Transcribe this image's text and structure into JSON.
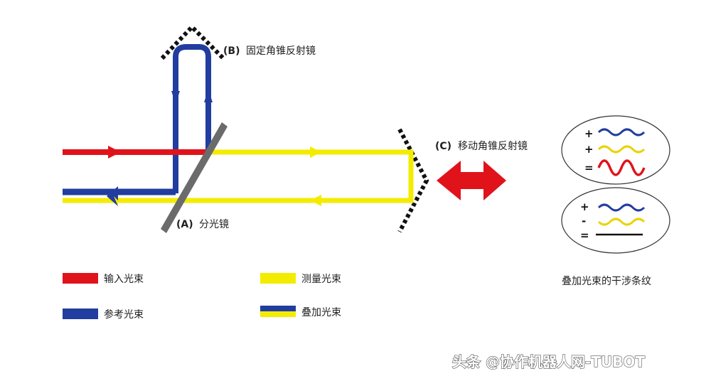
{
  "labels": {
    "fixed_mirror_tag": "(B)",
    "fixed_mirror": "固定角锥反射镜",
    "moving_mirror_tag": "(C)",
    "moving_mirror": "移动角锥反射镜",
    "splitter_tag": "(A)",
    "splitter": "分光镜"
  },
  "legend": [
    {
      "label": "输入光束",
      "colors": [
        "#e0131b"
      ]
    },
    {
      "label": "参考光束",
      "colors": [
        "#213da0"
      ]
    },
    {
      "label": "测量光束",
      "colors": [
        "#f3ec00"
      ]
    },
    {
      "label": "叠加光束",
      "colors": [
        "#213da0",
        "#f3ec00"
      ]
    }
  ],
  "interference": {
    "caption": "叠加光束的干涉条纹",
    "constructive": {
      "symbols": [
        "+",
        "+",
        "="
      ]
    },
    "destructive": {
      "symbols": [
        "+",
        "-",
        "="
      ]
    }
  },
  "watermark": "头条 @协作机器人网-TUBOT",
  "colors": {
    "input": "#e0131b",
    "reference": "#213da0",
    "measurement": "#f3ec00",
    "splitter": "#6b6b6b",
    "mirror": "#111111"
  }
}
